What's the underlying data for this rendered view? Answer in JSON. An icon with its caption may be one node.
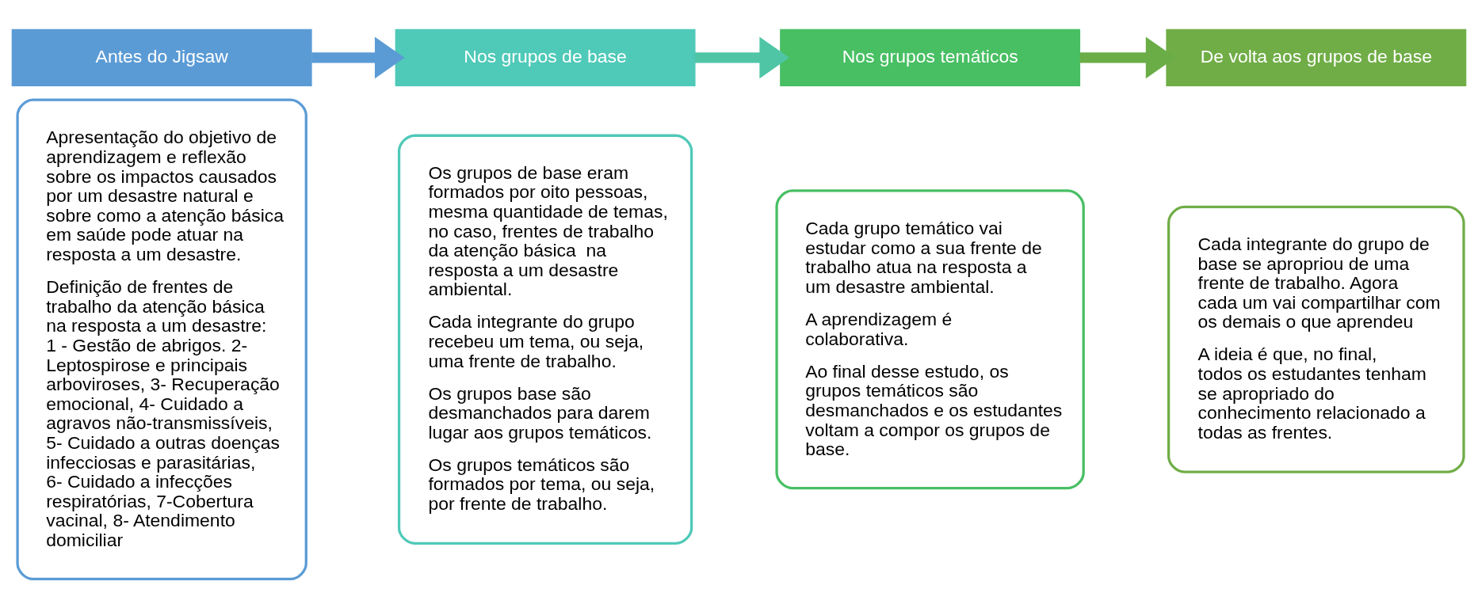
{
  "diagram": {
    "nodes": [
      {
        "text": [
          "Antes do Jigsaw"
        ]
      },
      {
        "text": [
          "Apresentação do objetivo de aprendizagem e reflexão sobre os impactos causados por um desastre natural e sobre como a atenção básica em saúde pode atuar na resposta a um desastre.",
          "Definição de frentes de trabalho da atenção básica na resposta a um desastre:  1 - Gestão de abrigos. 2- Leptospirose e principais arboviroses, 3- Recuperação emocional, 4- Cuidado a agravos não-transmissíveis, 5- Cuidado a outras doenças infecciosas e parasitárias, 6- Cuidado a infecções respiratórias, 7-Cobertura vacinal, 8- Atendimento domiciliar"
        ]
      },
      {
        "text": [
          "Nos grupos de base"
        ]
      },
      {
        "text": [
          "Os grupos de base eram formados por oito pessoas, mesma quantidade de temas, no caso, frentes de trabalho da atenção básica  na resposta a um desastre ambiental.",
          "Cada integrante do grupo recebeu um tema, ou seja, uma frente de trabalho.",
          "Os grupos base são desmanchados para darem lugar aos grupos temáticos.",
          "Os grupos temáticos são formados por tema, ou seja, por frente de trabalho."
        ]
      },
      {
        "text": [
          "Nos grupos temáticos"
        ]
      },
      {
        "text": [
          "Cada grupo temático vai estudar como a sua frente de trabalho atua na resposta a um desastre ambiental.",
          "A aprendizagem é colaborativa.",
          "Ao final desse estudo, os grupos temáticos são desmanchados e os estudantes voltam a compor os grupos de base."
        ]
      },
      {
        "text": [
          "De volta aos grupos de base"
        ]
      },
      {
        "text": [
          "Cada integrante do grupo de base se apropriou de uma frente de trabalho. Agora cada um vai compartilhar com os demais o que aprendeu",
          "A ideia é que, no final, todos os estudantes tenham se apropriado do conhecimento relacionado a todas as frentes."
        ]
      }
    ],
    "edges": [
      {
        "from": 0,
        "to": 2,
        "arrow": "to",
        "color": "#5b9bd5"
      },
      {
        "from": 2,
        "to": 4,
        "arrow": "to",
        "color": "#4fc5a6"
      },
      {
        "from": 4,
        "to": 6,
        "arrow": "to",
        "color": "#6aad47"
      }
    ]
  }
}
